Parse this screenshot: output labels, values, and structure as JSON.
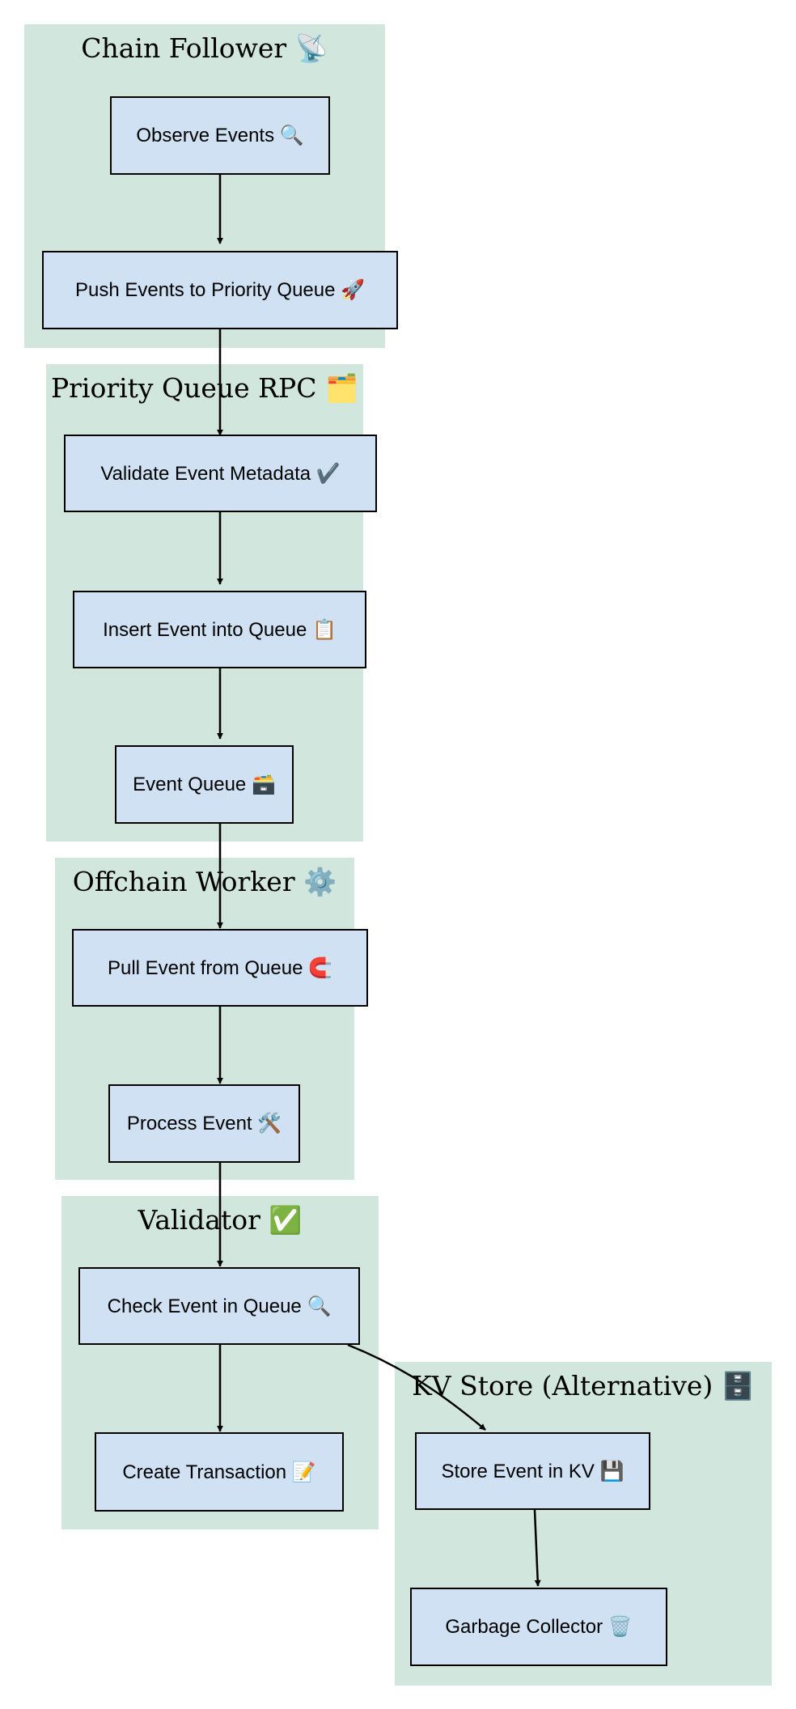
{
  "clusters": {
    "chain_follower": {
      "title": "Chain Follower 📡"
    },
    "priority_queue_rpc": {
      "title": "Priority Queue RPC 🗂️"
    },
    "offchain_worker": {
      "title": "Offchain Worker ⚙️"
    },
    "validator": {
      "title": "Validator ✅"
    },
    "kv_store": {
      "title": "KV Store (Alternative) 🗄️"
    }
  },
  "nodes": {
    "observe_events": "Observe Events 🔍",
    "push_events": "Push Events to Priority Queue 🚀",
    "validate_metadata": "Validate Event Metadata ✔️",
    "insert_event": "Insert Event into Queue 📋",
    "event_queue": "Event Queue 🗃️",
    "pull_event": "Pull Event from Queue 🧲",
    "process_event": "Process Event 🛠️",
    "check_event": "Check Event in Queue 🔍",
    "create_transaction": "Create Transaction 📝",
    "store_event_kv": "Store Event in KV 💾",
    "garbage_collector": "Garbage Collector 🗑️"
  },
  "edges": [
    {
      "from": "observe_events",
      "to": "push_events"
    },
    {
      "from": "push_events",
      "to": "validate_metadata"
    },
    {
      "from": "validate_metadata",
      "to": "insert_event"
    },
    {
      "from": "insert_event",
      "to": "event_queue"
    },
    {
      "from": "event_queue",
      "to": "pull_event"
    },
    {
      "from": "pull_event",
      "to": "process_event"
    },
    {
      "from": "process_event",
      "to": "check_event"
    },
    {
      "from": "check_event",
      "to": "create_transaction"
    },
    {
      "from": "check_event",
      "to": "store_event_kv"
    },
    {
      "from": "store_event_kv",
      "to": "garbage_collector"
    }
  ],
  "colors": {
    "cluster_fill": "#d1e6dc",
    "node_fill": "#cfe1f3",
    "stroke": "#000000"
  }
}
